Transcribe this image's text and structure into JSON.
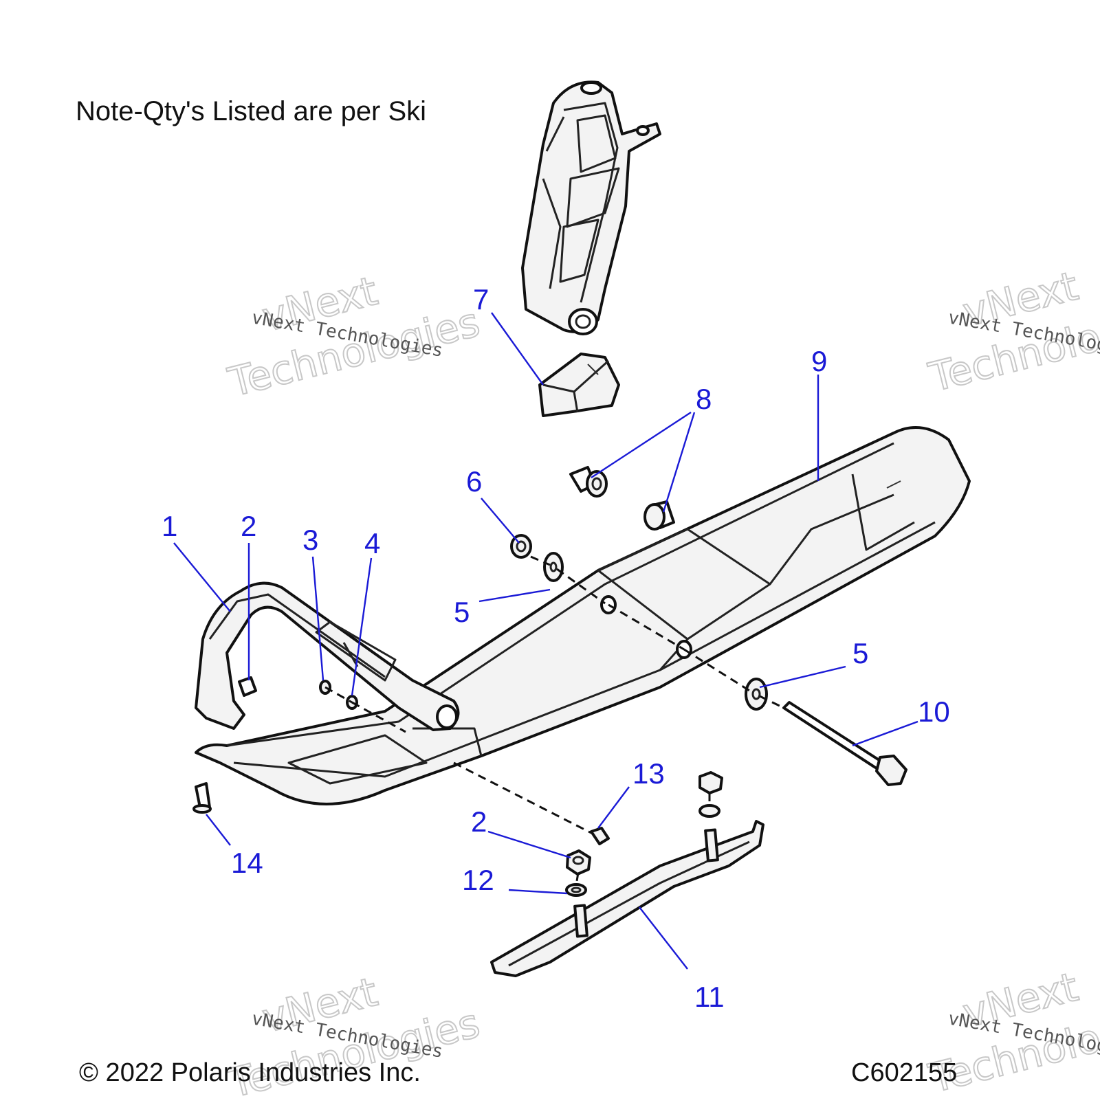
{
  "note": "Note-Qty's Listed are per Ski",
  "copyright": "© 2022 Polaris Industries Inc.",
  "figure_code": "C602155",
  "watermark": {
    "line1": "vNext",
    "line2": "Technologies",
    "small": "vNext Technologies"
  },
  "callouts": {
    "c1": "1",
    "c2a": "2",
    "c2b": "2",
    "c3": "3",
    "c4": "4",
    "c5a": "5",
    "c5b": "5",
    "c6": "6",
    "c7": "7",
    "c8": "8",
    "c9": "9",
    "c10": "10",
    "c11": "11",
    "c12": "12",
    "c13": "13",
    "c14": "14"
  },
  "colors": {
    "callout": "#1a1ad6",
    "line": "#111111"
  }
}
